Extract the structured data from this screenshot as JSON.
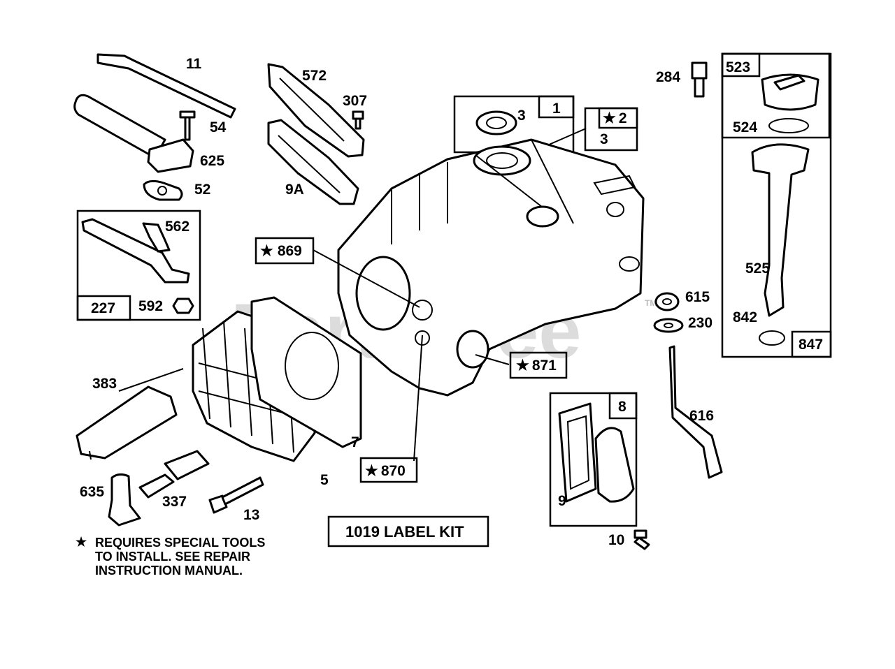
{
  "watermark": "PartsTree",
  "trademark": "TM",
  "star_symbol": "★",
  "callouts": {
    "p11": "11",
    "p54": "54",
    "p625": "625",
    "p52": "52",
    "p572": "572",
    "p307": "307",
    "p9a": "9A",
    "p3a": "3",
    "p1": "1",
    "p2": "2",
    "p3b": "3",
    "p284": "284",
    "p523": "523",
    "p524": "524",
    "p525": "525",
    "p842": "842",
    "p847": "847",
    "p562": "562",
    "p227": "227",
    "p592": "592",
    "p869": "869",
    "p871": "871",
    "p870": "870",
    "p615": "615",
    "p230": "230",
    "p616": "616",
    "p383": "383",
    "p7": "7",
    "p5": "5",
    "p635": "635",
    "p337": "337",
    "p13": "13",
    "p8": "8",
    "p9": "9",
    "p10": "10"
  },
  "label_kit": "1019 LABEL KIT",
  "footnote": {
    "line1": "REQUIRES SPECIAL TOOLS",
    "line2": "TO INSTALL.  SEE REPAIR",
    "line3": "INSTRUCTION MANUAL."
  }
}
